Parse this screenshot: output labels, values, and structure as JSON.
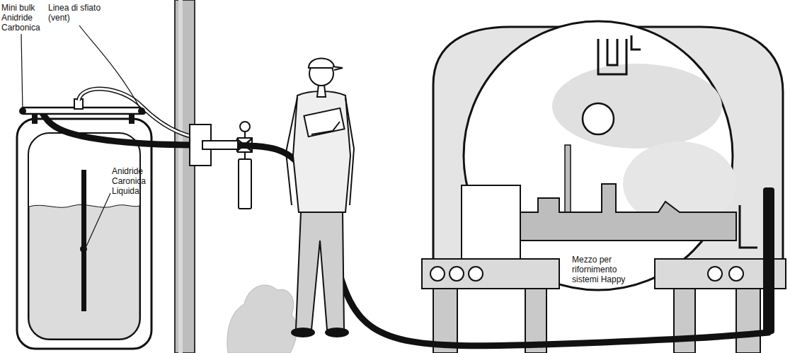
{
  "diagram": {
    "nodes": [
      {
        "text": [
          "Anidride Caronica Liquida"
        ]
      },
      {
        "text": [
          "Mezzo per rifornimento sistemi Happy"
        ]
      }
    ],
    "edges": [
      {
        "from": 0,
        "to": 1,
        "arrow": "none"
      }
    ],
    "labels": [
      "Mini bulk Anidride Carbonica",
      "Linea di sfiato (vent)"
    ]
  }
}
